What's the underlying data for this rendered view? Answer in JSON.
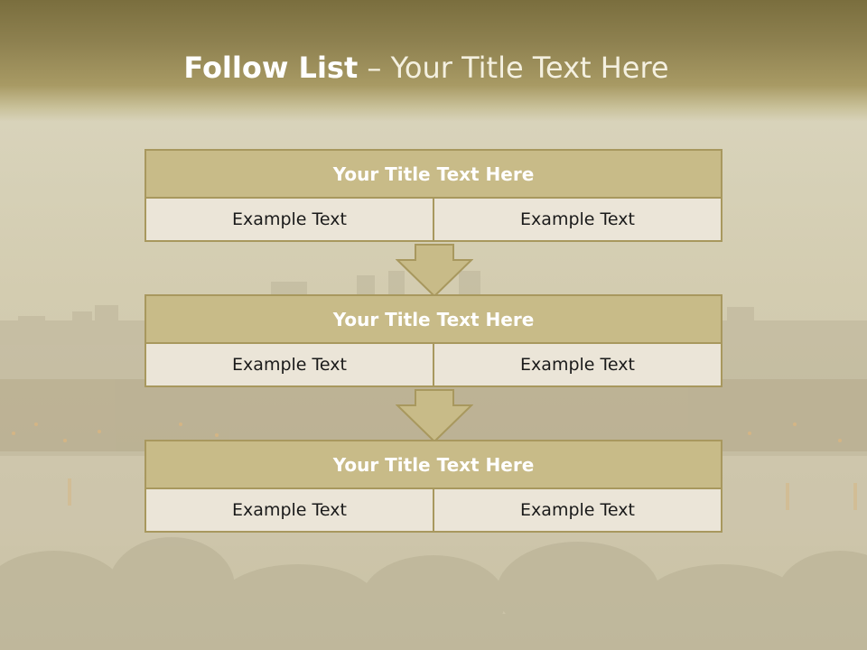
{
  "slide": {
    "title_bold": "Follow List",
    "title_rest": " – Your Title Text Here"
  },
  "blocks": [
    {
      "title": "Your Title Text Here",
      "left": "Example Text",
      "right": "Example Text"
    },
    {
      "title": "Your Title Text Here",
      "left": "Example Text",
      "right": "Example Text"
    },
    {
      "title": "Your Title Text Here",
      "left": "Example Text",
      "right": "Example Text"
    }
  ],
  "colors": {
    "header_band": "#8e8150",
    "title_box": "#c8bb88",
    "border": "#a8985e",
    "cell_fill": "#ebe5d8",
    "arrow_fill": "#c8bb88"
  }
}
